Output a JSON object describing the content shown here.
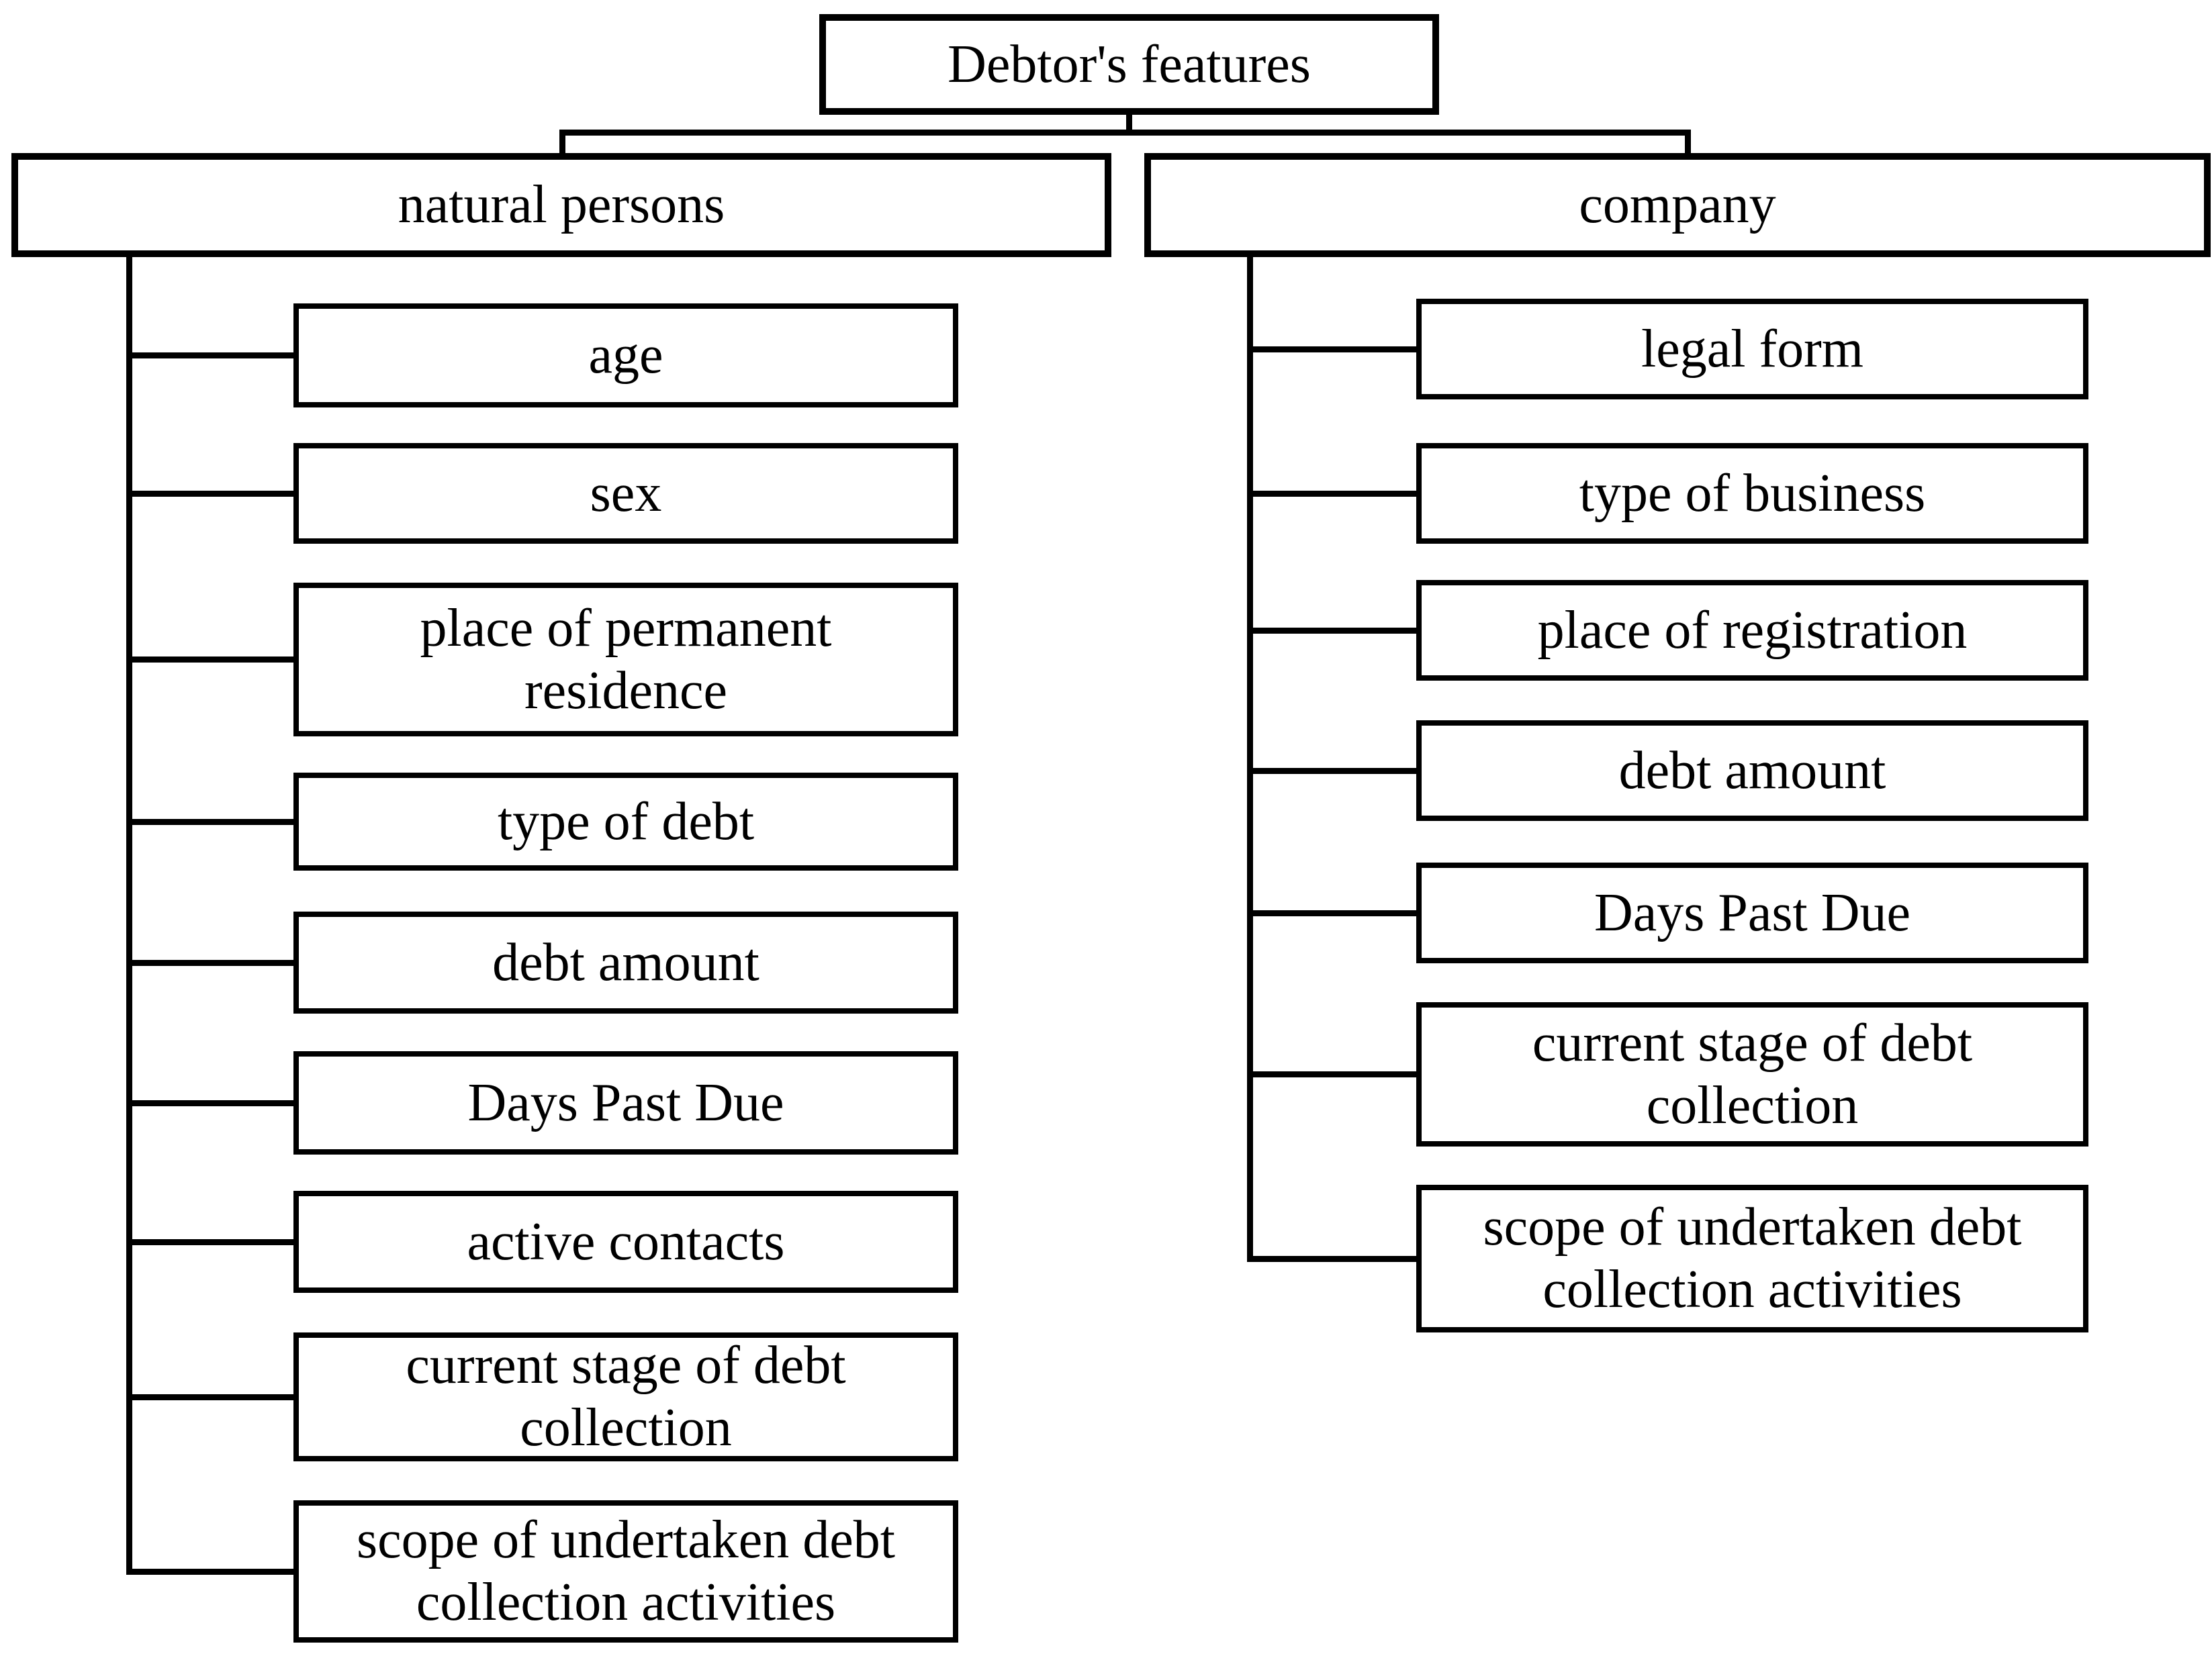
{
  "diagram": {
    "type": "tree",
    "root": {
      "label": "Debtor's features"
    },
    "branches": [
      {
        "label": "natural persons",
        "children": [
          "age",
          "sex",
          "place of permanent\nresidence",
          "type of debt",
          "debt amount",
          "Days Past Due",
          "active contacts",
          "current stage of debt\ncollection",
          "scope of undertaken debt\ncollection activities"
        ]
      },
      {
        "label": "company",
        "children": [
          "legal form",
          "type of business",
          "place of registration",
          "debt amount",
          "Days Past Due",
          "current stage of debt\ncollection",
          "scope of undertaken debt\ncollection activities"
        ]
      }
    ],
    "colors": {
      "line": "#000000",
      "box_border": "#000000",
      "box_fill": "#ffffff",
      "text": "#000000"
    }
  }
}
